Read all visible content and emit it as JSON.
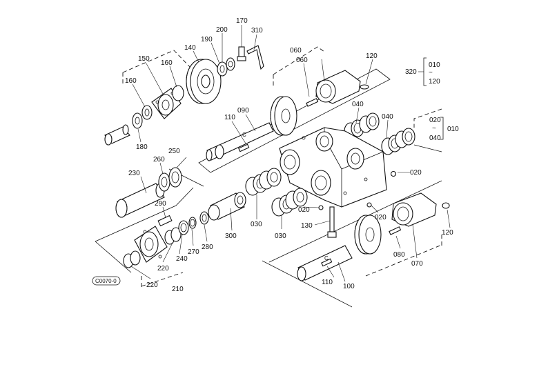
{
  "labels": {
    "p010": "010",
    "p020": "020",
    "p030": "030",
    "p040": "040",
    "p060": "060",
    "p070": "070",
    "p080": "080",
    "p090": "090",
    "p100": "100",
    "p110": "110",
    "p120": "120",
    "p130": "130",
    "p140": "140",
    "p150": "150",
    "p160": "160",
    "p170": "170",
    "p180": "180",
    "p190": "190",
    "p200": "200",
    "p210": "210",
    "p220": "220",
    "p230": "230",
    "p240": "240",
    "p250": "250",
    "p260": "260",
    "p270": "270",
    "p280": "280",
    "p290": "290",
    "p300": "300",
    "p310": "310",
    "p320": "320",
    "tilde": "~",
    "mark_c": "C",
    "code": "C0070-0"
  }
}
